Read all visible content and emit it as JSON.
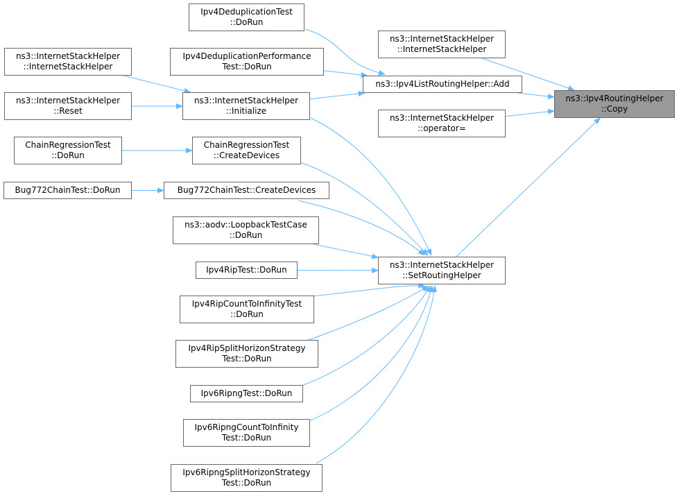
{
  "edge_color": "#63b8ff",
  "focus_fill": "#999999",
  "nodes": [
    {
      "id": "copy",
      "lines": [
        "ns3::Ipv4RoutingHelper",
        "::Copy"
      ],
      "focus": true
    },
    {
      "id": "list_add",
      "lines": [
        "ns3::Ipv4ListRoutingHelper::Add"
      ]
    },
    {
      "id": "ish_ctor_right",
      "lines": [
        "ns3::InternetStackHelper",
        "::InternetStackHelper"
      ]
    },
    {
      "id": "ish_operator",
      "lines": [
        "ns3::InternetStackHelper",
        "::operator="
      ]
    },
    {
      "id": "set_routing",
      "lines": [
        "ns3::InternetStackHelper",
        "::SetRoutingHelper"
      ]
    },
    {
      "id": "dedup",
      "lines": [
        "Ipv4DeduplicationTest",
        "::DoRun"
      ]
    },
    {
      "id": "dedup_perf",
      "lines": [
        "Ipv4DeduplicationPerformance",
        "Test::DoRun"
      ]
    },
    {
      "id": "initialize",
      "lines": [
        "ns3::InternetStackHelper",
        "::Initialize"
      ]
    },
    {
      "id": "ish_ctor_left",
      "lines": [
        "ns3::InternetStackHelper",
        "::InternetStackHelper"
      ]
    },
    {
      "id": "reset",
      "lines": [
        "ns3::InternetStackHelper",
        "::Reset"
      ]
    },
    {
      "id": "chain_create",
      "lines": [
        "ChainRegressionTest",
        "::CreateDevices"
      ]
    },
    {
      "id": "chain_dorun",
      "lines": [
        "ChainRegressionTest",
        "::DoRun"
      ]
    },
    {
      "id": "bug772_create",
      "lines": [
        "Bug772ChainTest::CreateDevices"
      ]
    },
    {
      "id": "bug772_dorun",
      "lines": [
        "Bug772ChainTest::DoRun"
      ]
    },
    {
      "id": "aodv_loopback",
      "lines": [
        "ns3::aodv::LoopbackTestCase",
        "::DoRun"
      ]
    },
    {
      "id": "rip",
      "lines": [
        "Ipv4RipTest::DoRun"
      ]
    },
    {
      "id": "rip_count",
      "lines": [
        "Ipv4RipCountToInfinityTest",
        "::DoRun"
      ]
    },
    {
      "id": "rip_split",
      "lines": [
        "Ipv4RipSplitHorizonStrategy",
        "Test::DoRun"
      ]
    },
    {
      "id": "ripng",
      "lines": [
        "Ipv6RipngTest::DoRun"
      ]
    },
    {
      "id": "ripng_count",
      "lines": [
        "Ipv6RipngCountToInfinity",
        "Test::DoRun"
      ]
    },
    {
      "id": "ripng_split",
      "lines": [
        "Ipv6RipngSplitHorizonStrategy",
        "Test::DoRun"
      ]
    }
  ],
  "edges": [
    {
      "from": "list_add",
      "to": "copy"
    },
    {
      "from": "ish_ctor_right",
      "to": "copy"
    },
    {
      "from": "ish_operator",
      "to": "copy"
    },
    {
      "from": "set_routing",
      "to": "copy"
    },
    {
      "from": "dedup",
      "to": "list_add"
    },
    {
      "from": "dedup_perf",
      "to": "list_add"
    },
    {
      "from": "initialize",
      "to": "list_add"
    },
    {
      "from": "ish_ctor_left",
      "to": "initialize"
    },
    {
      "from": "reset",
      "to": "initialize"
    },
    {
      "from": "initialize",
      "to": "set_routing"
    },
    {
      "from": "chain_dorun",
      "to": "chain_create"
    },
    {
      "from": "chain_create",
      "to": "set_routing"
    },
    {
      "from": "bug772_dorun",
      "to": "bug772_create"
    },
    {
      "from": "bug772_create",
      "to": "set_routing"
    },
    {
      "from": "aodv_loopback",
      "to": "set_routing"
    },
    {
      "from": "rip",
      "to": "set_routing"
    },
    {
      "from": "rip_count",
      "to": "set_routing"
    },
    {
      "from": "rip_split",
      "to": "set_routing"
    },
    {
      "from": "ripng",
      "to": "set_routing"
    },
    {
      "from": "ripng_count",
      "to": "set_routing"
    },
    {
      "from": "ripng_split",
      "to": "set_routing"
    }
  ]
}
